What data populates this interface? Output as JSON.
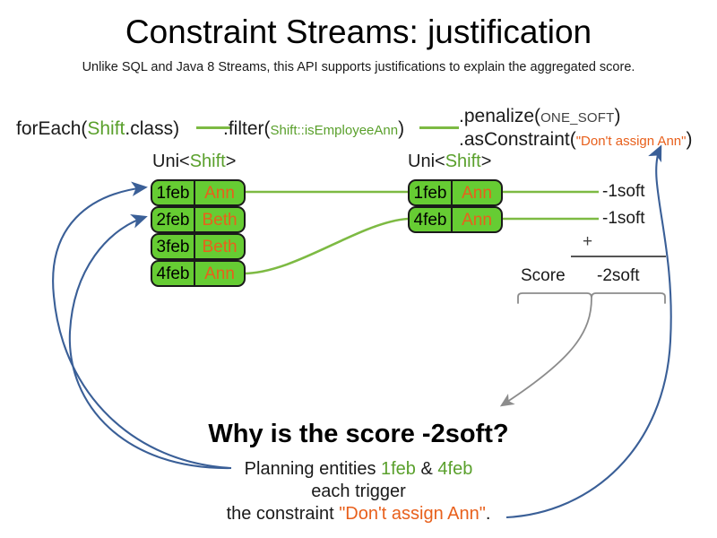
{
  "header": {
    "title": "Constraint Streams: justification",
    "subtitle": "Unlike SQL and Java 8 Streams, this API supports justifications to explain the aggregated score."
  },
  "code_line": {
    "foreach": {
      "call": "forEach(",
      "type": "Shift",
      "suffix": ".class)"
    },
    "filter": {
      "call": ".filter(",
      "ref": "Shift::isEmployeeAnn",
      "suffix": ")"
    },
    "penalize": {
      "call": ".penalize(",
      "constant": "ONE_SOFT",
      "suffix": ")"
    },
    "as_constraint": {
      "call": ".asConstraint(",
      "string": "\"Don't assign Ann\"",
      "suffix": ")"
    }
  },
  "streams": {
    "left": {
      "label_prefix": "Uni<",
      "label_type": "Shift",
      "label_suffix": ">",
      "cards": [
        {
          "date": "1feb",
          "employee": "Ann"
        },
        {
          "date": "2feb",
          "employee": "Beth"
        },
        {
          "date": "3feb",
          "employee": "Beth"
        },
        {
          "date": "4feb",
          "employee": "Ann"
        }
      ]
    },
    "right": {
      "label_prefix": "Uni<",
      "label_type": "Shift",
      "label_suffix": ">",
      "cards": [
        {
          "date": "1feb",
          "employee": "Ann"
        },
        {
          "date": "4feb",
          "employee": "Ann"
        }
      ]
    }
  },
  "score": {
    "penalties": [
      "-1soft",
      "-1soft"
    ],
    "operator": "+",
    "label": "Score",
    "total": "-2soft"
  },
  "explanation": {
    "heading": "Why is the score -2soft?",
    "line1_prefix": "Planning entities ",
    "line1_entity_a": "1feb",
    "line1_amp": " & ",
    "line1_entity_b": "4feb",
    "line2": "each trigger",
    "line3_prefix": "the constraint ",
    "line3_constraint": "\"Don't assign Ann\"",
    "line3_suffix": "."
  },
  "colors": {
    "card_green": "#66cc33",
    "type_green": "#5aa02c",
    "connector_green": "#7dba43",
    "orange": "#e8601c",
    "arrow_blue": "#3a5f97",
    "brace_gray": "#8c8c8c"
  }
}
